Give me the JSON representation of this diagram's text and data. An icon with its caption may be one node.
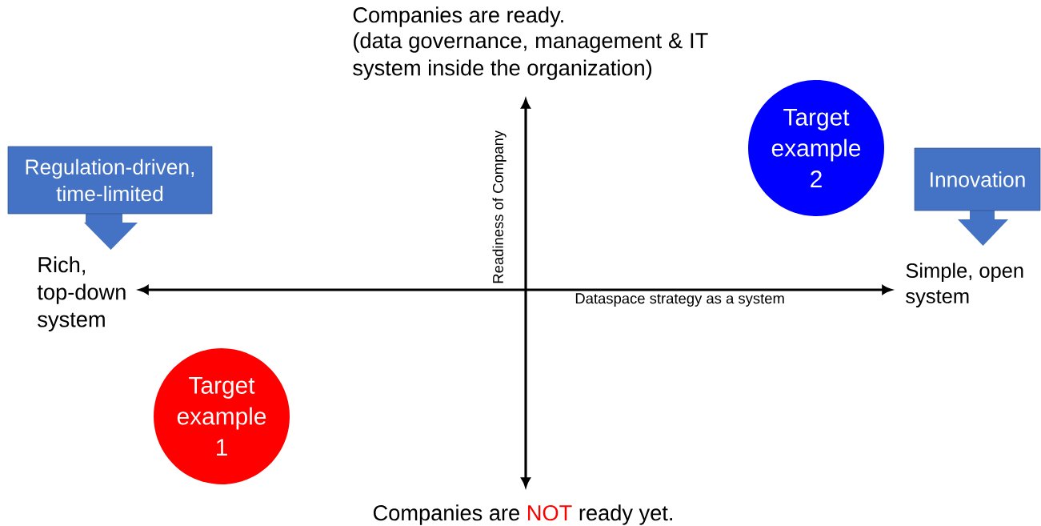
{
  "diagram": {
    "nodes": [
      {
        "text": [
          "Regulation-driven, time-limited"
        ]
      },
      {
        "text": [
          "Innovation"
        ]
      },
      {
        "text": [
          "Target example 2"
        ]
      },
      {
        "text": [
          "Target example 1"
        ]
      }
    ],
    "labels": [
      "Companies are ready.",
      "(data governance, management & IT system inside the organization)",
      "Readiness of Company",
      "Rich, top-down system",
      "Simple, open system",
      "Dataspace strategy as a system",
      "Companies are",
      "NOT",
      "ready yet."
    ]
  }
}
